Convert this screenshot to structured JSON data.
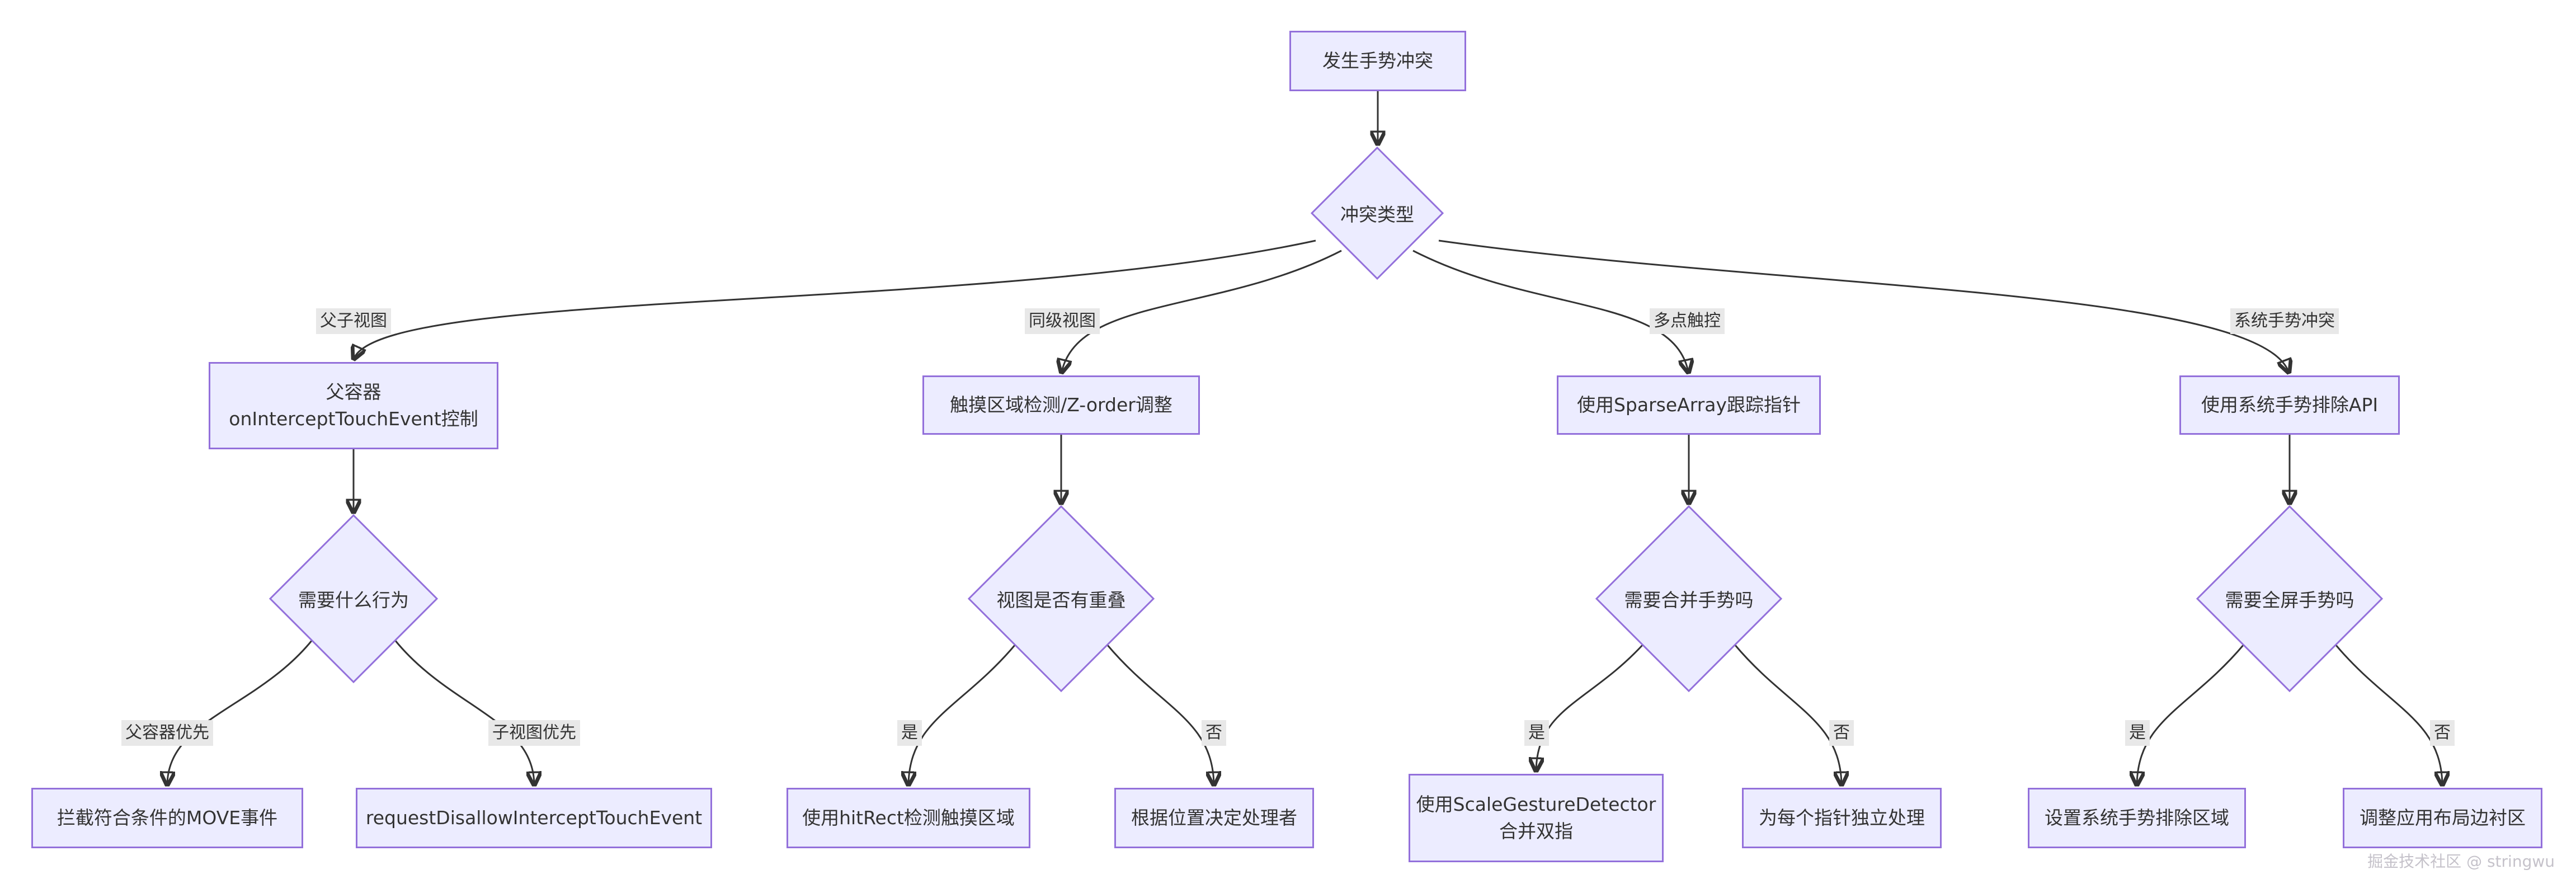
{
  "colors": {
    "node_fill": "#ECECFF",
    "node_border": "#9370DB",
    "edge": "#333333",
    "edge_label_bg": "#e8e8e8",
    "text": "#333333",
    "background": "#ffffff"
  },
  "nodes": {
    "root": "发生手势冲突",
    "conflict_type": "冲突类型",
    "parent_child_box": "父容器\nonInterceptTouchEvent控制",
    "sibling_box": "触摸区域检测/Z-order调整",
    "multitouch_box": "使用SparseArray跟踪指针",
    "system_box": "使用系统手势排除API",
    "parent_child_decision": "需要什么行为",
    "sibling_decision": "视图是否有重叠",
    "multitouch_decision": "需要合并手势吗",
    "system_decision": "需要全屏手势吗",
    "intercept_move": "拦截符合条件的MOVE事件",
    "request_disallow": "requestDisallowInterceptTouchEvent",
    "hitrect": "使用hitRect检测触摸区域",
    "position_decides": "根据位置决定处理者",
    "scale_gesture": "使用ScaleGestureDetector\n合并双指",
    "independent_pointer": "为每个指针独立处理",
    "exclusion_area": "设置系统手势排除区域",
    "adjust_insets": "调整应用布局边衬区"
  },
  "edge_labels": {
    "parent_child": "父子视图",
    "sibling": "同级视图",
    "multitouch": "多点触控",
    "system": "系统手势冲突",
    "parent_first": "父容器优先",
    "child_first": "子视图优先",
    "sibling_yes": "是",
    "sibling_no": "否",
    "multitouch_yes": "是",
    "multitouch_no": "否",
    "system_yes": "是",
    "system_no": "否"
  },
  "watermark": "掘金技术社区 @ stringwu"
}
